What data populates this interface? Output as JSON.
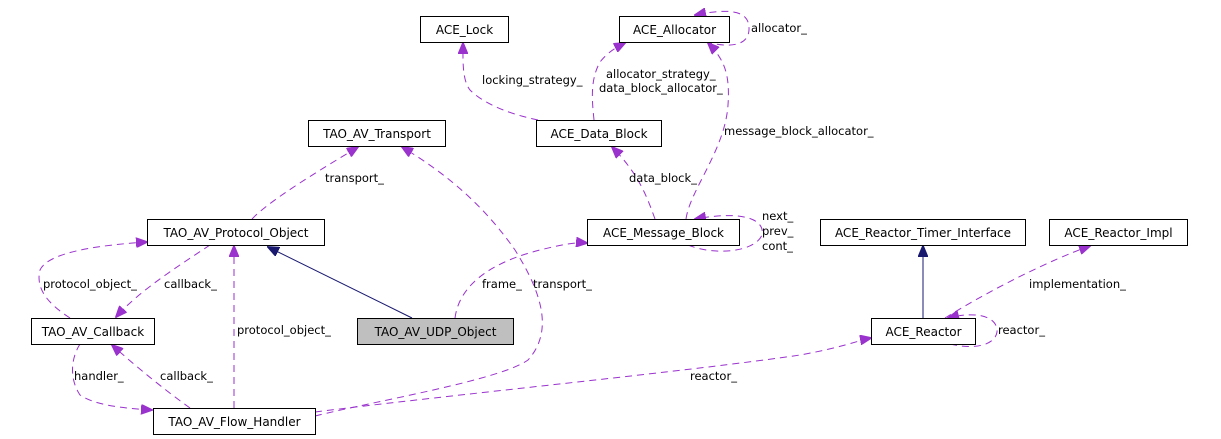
{
  "diagram": {
    "title": "TAO_AV_UDP_Object collaboration graph",
    "colors": {
      "usage_edge": "#9a32cd",
      "inheritance_edge": "#191970",
      "focus_node_fill": "#bfbfbf",
      "node_fill": "#ffffff"
    },
    "nodes": [
      {
        "id": "ace_lock",
        "label": "ACE_Lock"
      },
      {
        "id": "ace_allocator",
        "label": "ACE_Allocator"
      },
      {
        "id": "tao_av_transport",
        "label": "TAO_AV_Transport"
      },
      {
        "id": "ace_data_block",
        "label": "ACE_Data_Block"
      },
      {
        "id": "tao_av_protocol_object",
        "label": "TAO_AV_Protocol_Object"
      },
      {
        "id": "ace_message_block",
        "label": "ACE_Message_Block"
      },
      {
        "id": "ace_reactor_timer_interface",
        "label": "ACE_Reactor_Timer_Interface"
      },
      {
        "id": "ace_reactor_impl",
        "label": "ACE_Reactor_Impl"
      },
      {
        "id": "tao_av_callback",
        "label": "TAO_AV_Callback"
      },
      {
        "id": "tao_av_udp_object",
        "label": "TAO_AV_UDP_Object",
        "focus": true
      },
      {
        "id": "ace_reactor",
        "label": "ACE_Reactor"
      },
      {
        "id": "tao_av_flow_handler",
        "label": "TAO_AV_Flow_Handler"
      }
    ],
    "edges": [
      {
        "from": "ace_data_block",
        "to": "ace_lock",
        "type": "usage",
        "label": "locking_strategy_"
      },
      {
        "from": "ace_allocator",
        "to": "ace_allocator",
        "type": "usage",
        "label": "allocator_"
      },
      {
        "from": "ace_data_block",
        "to": "ace_allocator",
        "type": "usage",
        "label": "allocator_strategy_\ndata_block_allocator_"
      },
      {
        "from": "ace_message_block",
        "to": "ace_allocator",
        "type": "usage",
        "label": "message_block_allocator_"
      },
      {
        "from": "ace_message_block",
        "to": "ace_data_block",
        "type": "usage",
        "label": "data_block_"
      },
      {
        "from": "ace_message_block",
        "to": "ace_message_block",
        "type": "usage",
        "label": "next_\nprev_\ncont_"
      },
      {
        "from": "tao_av_protocol_object",
        "to": "tao_av_transport",
        "type": "usage",
        "label": "transport_"
      },
      {
        "from": "tao_av_flow_handler",
        "to": "tao_av_transport",
        "type": "usage",
        "label": "transport_"
      },
      {
        "from": "tao_av_udp_object",
        "to": "tao_av_protocol_object",
        "type": "inheritance",
        "label": ""
      },
      {
        "from": "tao_av_udp_object",
        "to": "ace_message_block",
        "type": "usage",
        "label": "frame_"
      },
      {
        "from": "tao_av_callback",
        "to": "tao_av_protocol_object",
        "type": "usage",
        "label": "protocol_object_"
      },
      {
        "from": "tao_av_protocol_object",
        "to": "tao_av_callback",
        "type": "usage",
        "label": "callback_"
      },
      {
        "from": "tao_av_flow_handler",
        "to": "tao_av_protocol_object",
        "type": "usage",
        "label": "protocol_object_"
      },
      {
        "from": "tao_av_callback",
        "to": "tao_av_flow_handler",
        "type": "usage",
        "label": "handler_"
      },
      {
        "from": "tao_av_flow_handler",
        "to": "tao_av_callback",
        "type": "usage",
        "label": "callback_"
      },
      {
        "from": "tao_av_flow_handler",
        "to": "ace_reactor",
        "type": "usage",
        "label": "reactor_"
      },
      {
        "from": "ace_reactor",
        "to": "ace_reactor_timer_interface",
        "type": "inheritance",
        "label": ""
      },
      {
        "from": "ace_reactor",
        "to": "ace_reactor_impl",
        "type": "usage",
        "label": "implementation_"
      },
      {
        "from": "ace_reactor",
        "to": "ace_reactor",
        "type": "usage",
        "label": "reactor_"
      }
    ]
  }
}
